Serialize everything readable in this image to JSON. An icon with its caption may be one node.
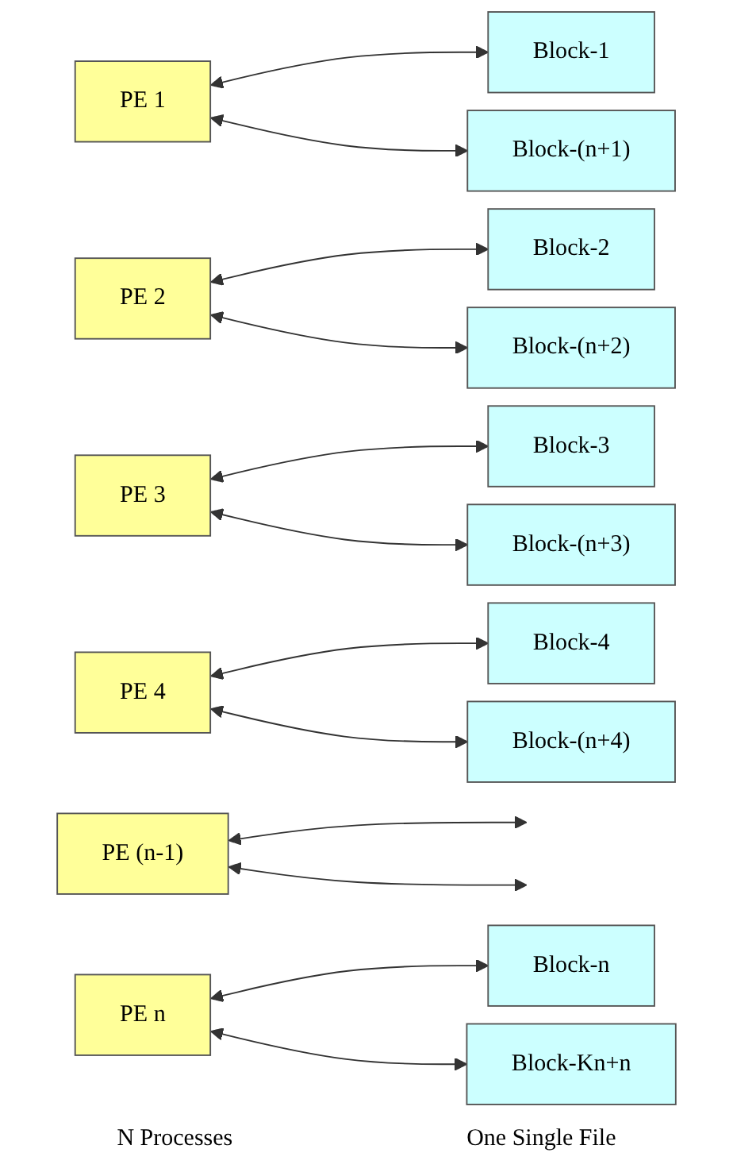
{
  "diagram": {
    "nodes": [
      {
        "text": [
          "PE 1"
        ]
      },
      {
        "text": [
          "PE 2"
        ]
      },
      {
        "text": [
          "PE 3"
        ]
      },
      {
        "text": [
          "PE 4"
        ]
      },
      {
        "text": [
          "PE (n-1)"
        ]
      },
      {
        "text": [
          "PE n"
        ]
      },
      {
        "text": [
          "Block-1"
        ]
      },
      {
        "text": [
          "Block-2"
        ]
      },
      {
        "text": [
          "Block-3"
        ]
      },
      {
        "text": [
          "Block-4"
        ]
      },
      {
        "text": [
          "Block-n"
        ]
      },
      {
        "text": [
          "Block-(n+1)"
        ]
      },
      {
        "text": [
          "Block-(n+2)"
        ]
      },
      {
        "text": [
          "Block-(n+3)"
        ]
      },
      {
        "text": [
          "Block-(n+4)"
        ]
      },
      {
        "text": [
          "Block-Kn+n"
        ]
      }
    ],
    "edges": [
      {
        "from": 0,
        "to": 6,
        "arrow": "both"
      },
      {
        "from": 1,
        "to": 7,
        "arrow": "both"
      },
      {
        "from": 2,
        "to": 8,
        "arrow": "both"
      },
      {
        "from": 3,
        "to": 9,
        "arrow": "both"
      },
      {
        "from": 0,
        "to": 11,
        "arrow": "both"
      },
      {
        "from": 1,
        "to": 12,
        "arrow": "both"
      },
      {
        "from": 2,
        "to": 13,
        "arrow": "both"
      },
      {
        "from": 3,
        "to": 14,
        "arrow": "both"
      },
      {
        "from": 4,
        "to": null,
        "arrow": "both"
      },
      {
        "from": 5,
        "to": 10,
        "arrow": "both"
      },
      {
        "from": 4,
        "to": null,
        "arrow": "both"
      },
      {
        "from": 5,
        "to": 15,
        "arrow": "both"
      }
    ],
    "labels": [
      "N Processes",
      "One Single File"
    ]
  }
}
